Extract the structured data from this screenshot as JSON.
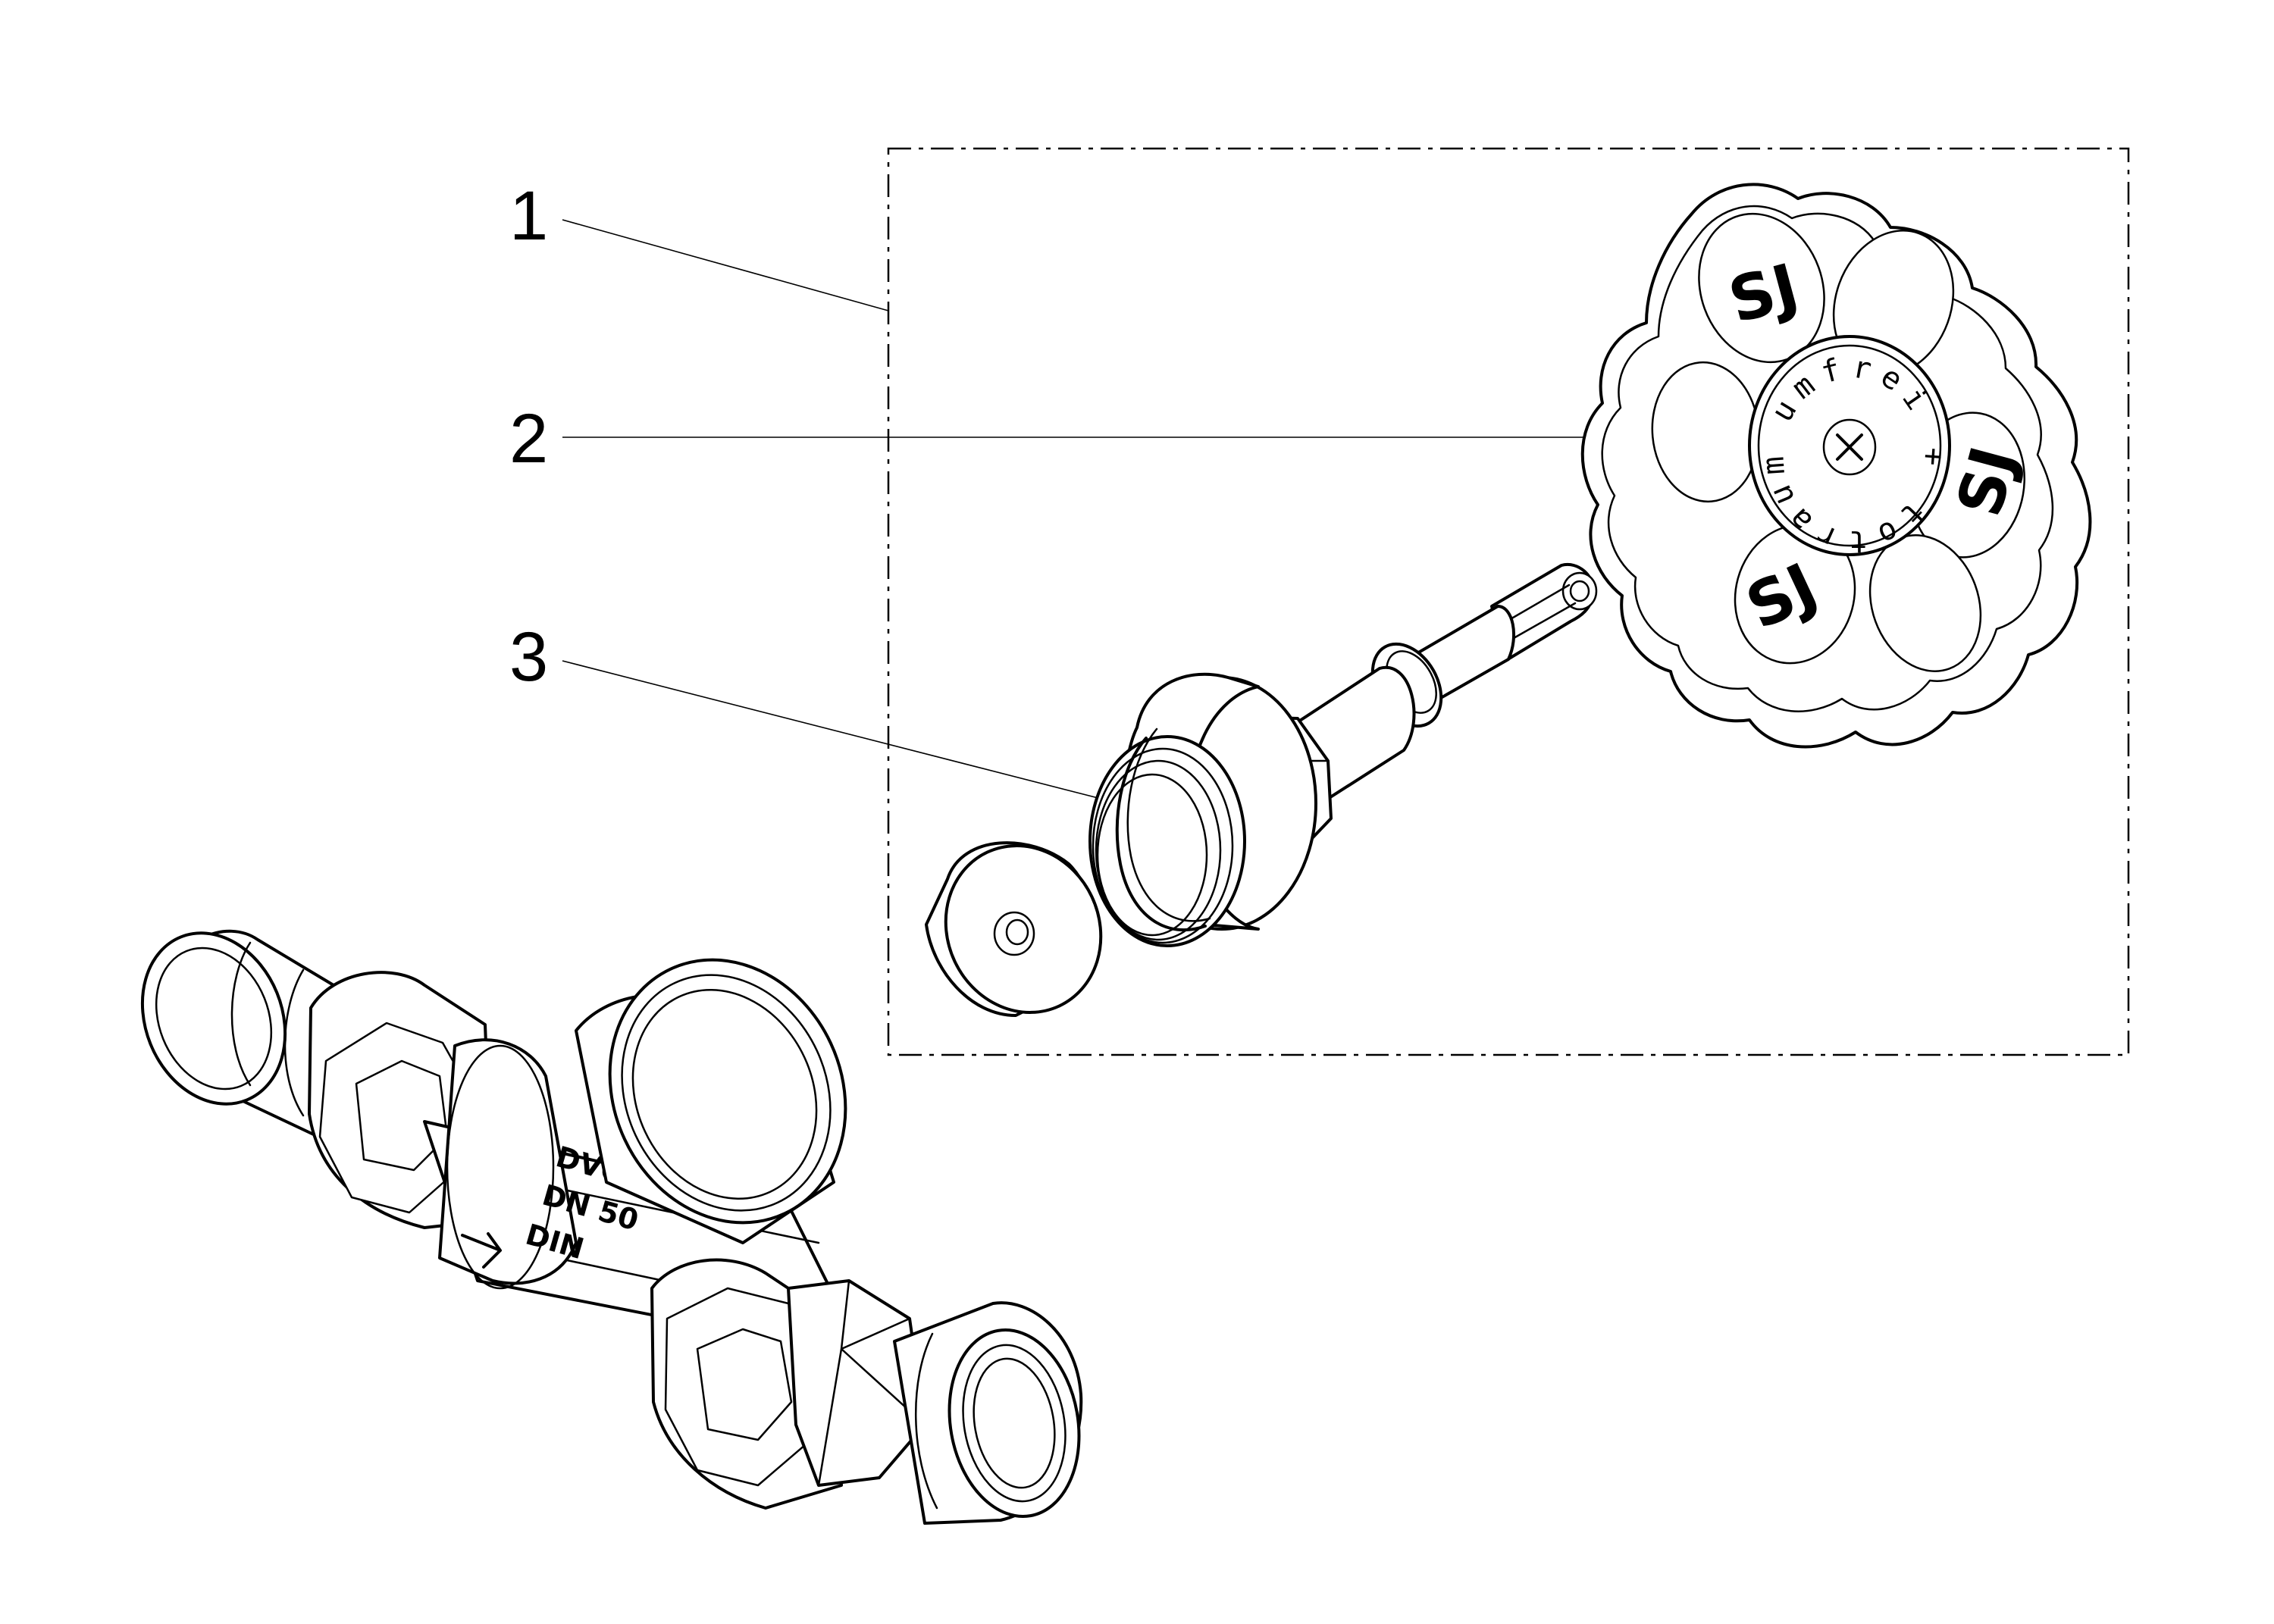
{
  "callouts": [
    {
      "label": "1"
    },
    {
      "label": "2"
    },
    {
      "label": "3"
    }
  ],
  "handwheel_cap_text": "umfrei + totraum",
  "handwheel_logo": "SJ",
  "body_markings": [
    "DVGW",
    "DN 50",
    "DIN"
  ],
  "colors": {
    "line": "#000000",
    "background": "#ffffff"
  }
}
